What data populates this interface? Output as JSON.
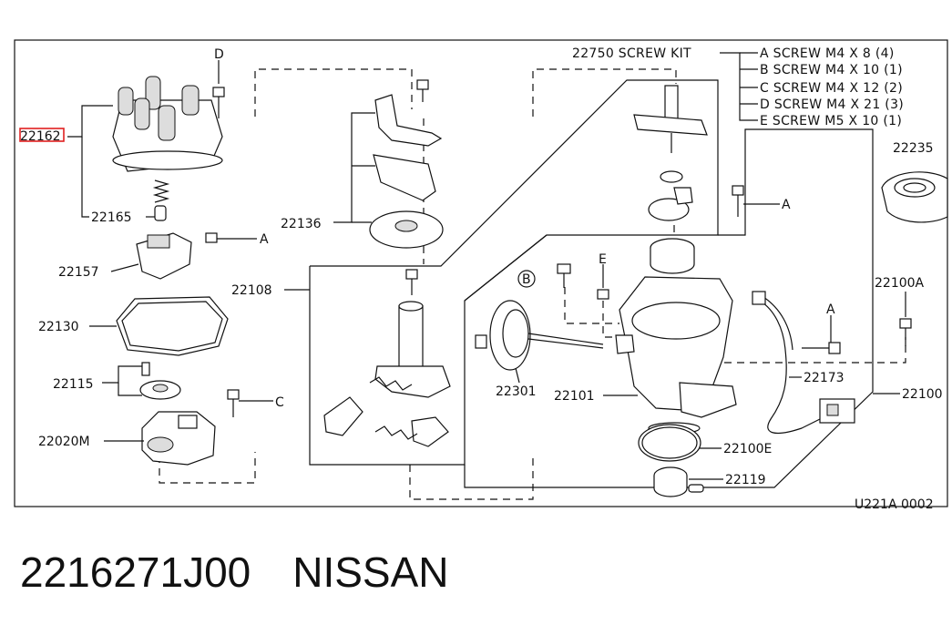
{
  "labels": {
    "p22162": "22162",
    "p22165": "22165",
    "p22157": "22157",
    "p22130": "22130",
    "p22115": "22115",
    "p22020M": "22020M",
    "p22136": "22136",
    "p22108": "22108",
    "p22301": "22301",
    "p22101": "22101",
    "p22173": "22173",
    "p22100A": "22100A",
    "p22100": "22100",
    "p22100E": "22100E",
    "p22119": "22119",
    "p22235": "22235",
    "ref_a1": "A",
    "ref_a2": "A",
    "ref_a3": "A",
    "ref_b": "B",
    "ref_c": "C",
    "ref_d": "D",
    "ref_e": "E",
    "diagram_code": "U221A 0002"
  },
  "screw_kit": {
    "title": "22750 SCREW KIT",
    "items": [
      "A SCREW M4 X 8  (4)",
      "B SCREW M4 X 10  (1)",
      "C SCREW M4 X 12  (2)",
      "D SCREW M4 X 21  (3)",
      "E SCREW M5 X 10  (1)"
    ]
  },
  "footer": {
    "part_number": "2216271J00",
    "brand": "NISSAN"
  },
  "colors": {
    "highlight": "#e02020",
    "ink": "#111111"
  }
}
